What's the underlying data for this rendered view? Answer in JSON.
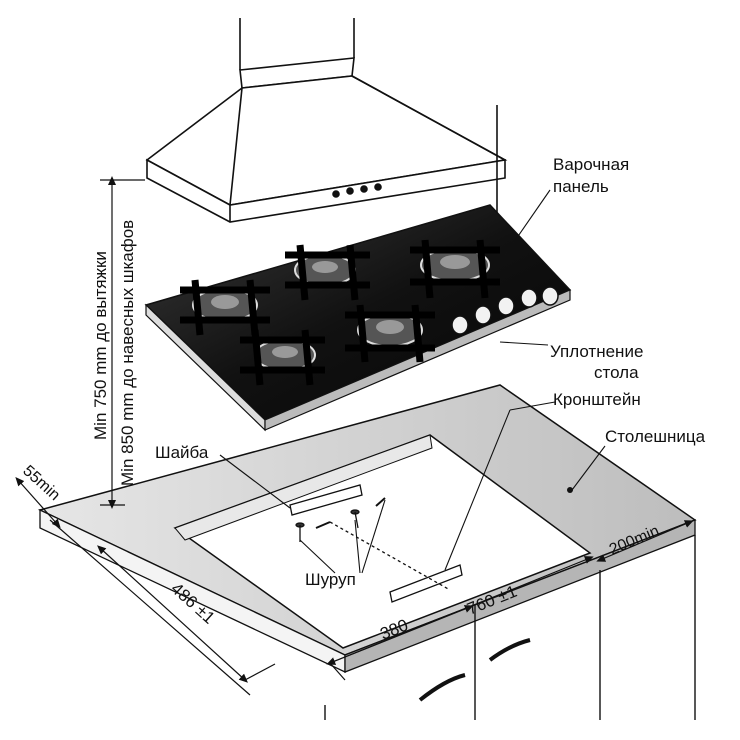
{
  "labels": {
    "hob": [
      "Варочная",
      "панель"
    ],
    "seal": [
      "Уплотнение",
      "стола"
    ],
    "bracket": "Кронштейн",
    "worktop": "Столешница",
    "washer": "Шайба",
    "screw": "Шуруп"
  },
  "dimensions": {
    "hood_clearance": "Min 750 mm до вытяжки",
    "cabinet_clearance": "Min 850 mm до навесных шкафов",
    "edge_min": "55min",
    "side_min": "200min",
    "depth": "486 ±1",
    "width": "760 ±1",
    "half_width": "380"
  },
  "colors": {
    "ink": "#111111",
    "glass": "#1a1a1a",
    "worktop": "#cfcfcf",
    "worktop_dark": "#a8a8a8"
  }
}
